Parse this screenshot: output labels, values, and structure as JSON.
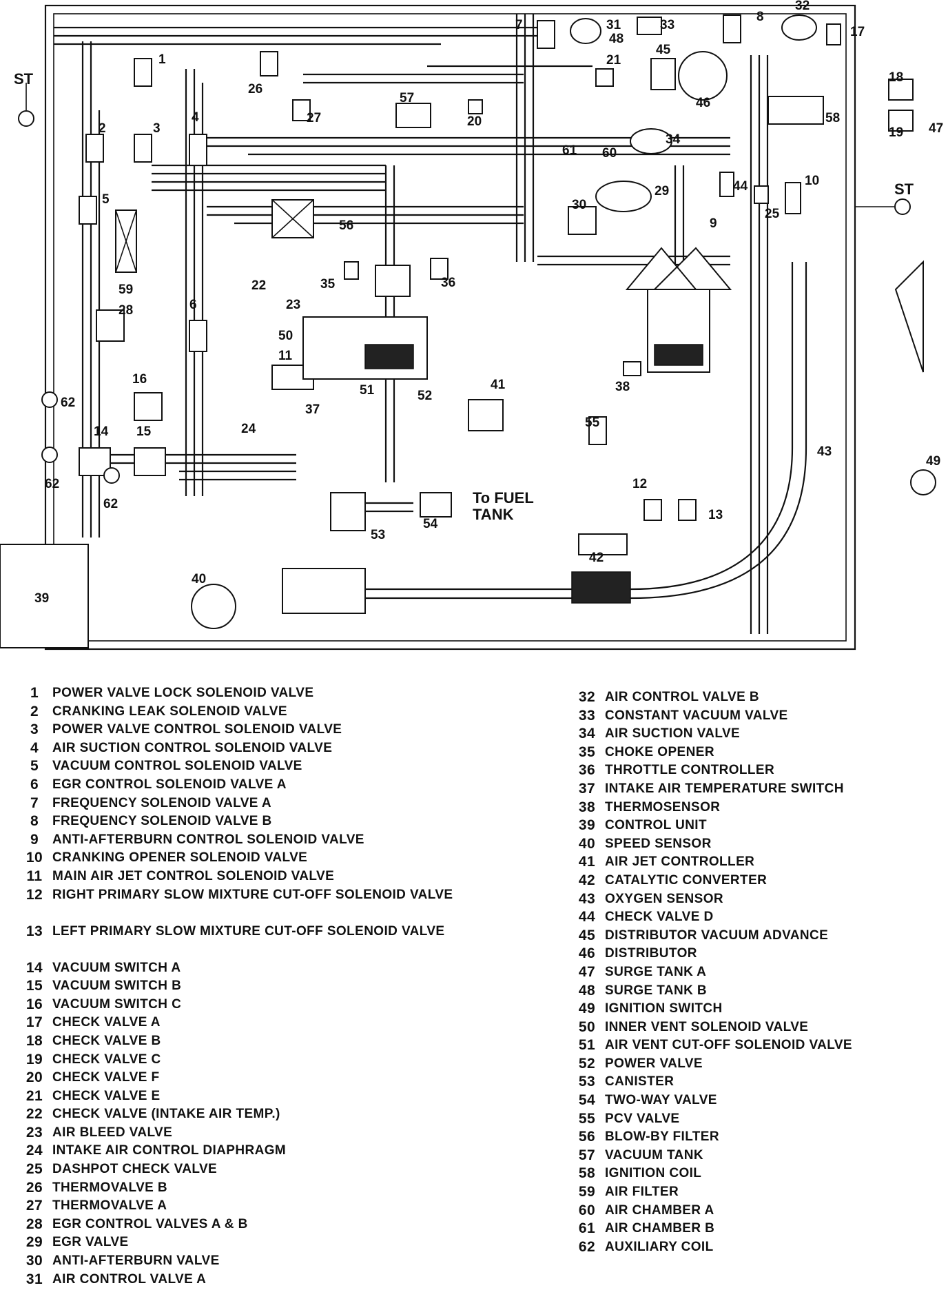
{
  "diagram": {
    "callouts": [
      "1",
      "2",
      "3",
      "4",
      "5",
      "6",
      "7",
      "8",
      "9",
      "10",
      "11",
      "12",
      "13",
      "14",
      "15",
      "16",
      "17",
      "18",
      "19",
      "20",
      "21",
      "22",
      "23",
      "24",
      "25",
      "26",
      "27",
      "28",
      "29",
      "30",
      "31",
      "32",
      "33",
      "34",
      "35",
      "36",
      "37",
      "38",
      "39",
      "40",
      "41",
      "42",
      "43",
      "44",
      "45",
      "46",
      "47",
      "48",
      "49",
      "50",
      "51",
      "52",
      "53",
      "54",
      "55",
      "56",
      "57",
      "58",
      "59",
      "60",
      "61",
      "62"
    ],
    "st_label": "ST",
    "fuel_tank_label_1": "To FUEL",
    "fuel_tank_label_2": "TANK"
  },
  "legend": {
    "left": [
      {
        "num": "1",
        "text": "POWER VALVE LOCK SOLENOID VALVE"
      },
      {
        "num": "2",
        "text": "CRANKING LEAK SOLENOID VALVE"
      },
      {
        "num": "3",
        "text": "POWER VALVE CONTROL SOLENOID VALVE"
      },
      {
        "num": "4",
        "text": "AIR SUCTION CONTROL SOLENOID VALVE"
      },
      {
        "num": "5",
        "text": "VACUUM CONTROL SOLENOID VALVE"
      },
      {
        "num": "6",
        "text": "EGR CONTROL SOLENOID VALVE A"
      },
      {
        "num": "7",
        "text": "FREQUENCY SOLENOID VALVE A"
      },
      {
        "num": "8",
        "text": "FREQUENCY SOLENOID VALVE B"
      },
      {
        "num": "9",
        "text": "ANTI-AFTERBURN CONTROL SOLENOID VALVE"
      },
      {
        "num": "10",
        "text": "CRANKING OPENER SOLENOID VALVE"
      },
      {
        "num": "11",
        "text": "MAIN AIR JET CONTROL SOLENOID VALVE"
      },
      {
        "num": "12",
        "text": "RIGHT PRIMARY SLOW MIXTURE CUT-OFF SOLENOID VALVE"
      },
      {
        "num": "13",
        "text": "LEFT PRIMARY SLOW MIXTURE CUT-OFF SOLENOID VALVE"
      },
      {
        "num": "14",
        "text": "VACUUM SWITCH A"
      },
      {
        "num": "15",
        "text": "VACUUM SWITCH B"
      },
      {
        "num": "16",
        "text": "VACUUM SWITCH C"
      },
      {
        "num": "17",
        "text": "CHECK VALVE A"
      },
      {
        "num": "18",
        "text": "CHECK VALVE B"
      },
      {
        "num": "19",
        "text": "CHECK VALVE C"
      },
      {
        "num": "20",
        "text": "CHECK VALVE F"
      },
      {
        "num": "21",
        "text": "CHECK VALVE E"
      },
      {
        "num": "22",
        "text": "CHECK VALVE (INTAKE AIR TEMP.)"
      },
      {
        "num": "23",
        "text": "AIR BLEED VALVE"
      },
      {
        "num": "24",
        "text": "INTAKE AIR CONTROL DIAPHRAGM"
      },
      {
        "num": "25",
        "text": "DASHPOT CHECK VALVE"
      },
      {
        "num": "26",
        "text": "THERMOVALVE B"
      },
      {
        "num": "27",
        "text": "THERMOVALVE A"
      },
      {
        "num": "28",
        "text": "EGR CONTROL VALVES A & B"
      },
      {
        "num": "29",
        "text": "EGR VALVE"
      },
      {
        "num": "30",
        "text": "ANTI-AFTERBURN VALVE"
      },
      {
        "num": "31",
        "text": "AIR CONTROL VALVE A"
      }
    ],
    "right": [
      {
        "num": "32",
        "text": "AIR CONTROL VALVE B"
      },
      {
        "num": "33",
        "text": "CONSTANT VACUUM VALVE"
      },
      {
        "num": "34",
        "text": "AIR SUCTION VALVE"
      },
      {
        "num": "35",
        "text": "CHOKE OPENER"
      },
      {
        "num": "36",
        "text": "THROTTLE CONTROLLER"
      },
      {
        "num": "37",
        "text": "INTAKE AIR TEMPERATURE SWITCH"
      },
      {
        "num": "38",
        "text": "THERMOSENSOR"
      },
      {
        "num": "39",
        "text": "CONTROL UNIT"
      },
      {
        "num": "40",
        "text": "SPEED SENSOR"
      },
      {
        "num": "41",
        "text": "AIR JET CONTROLLER"
      },
      {
        "num": "42",
        "text": "CATALYTIC CONVERTER"
      },
      {
        "num": "43",
        "text": "OXYGEN SENSOR"
      },
      {
        "num": "44",
        "text": "CHECK VALVE D"
      },
      {
        "num": "45",
        "text": "DISTRIBUTOR VACUUM ADVANCE"
      },
      {
        "num": "46",
        "text": "DISTRIBUTOR"
      },
      {
        "num": "47",
        "text": "SURGE TANK A"
      },
      {
        "num": "48",
        "text": "SURGE TANK B"
      },
      {
        "num": "49",
        "text": "IGNITION SWITCH"
      },
      {
        "num": "50",
        "text": "INNER VENT SOLENOID VALVE"
      },
      {
        "num": "51",
        "text": "AIR VENT CUT-OFF SOLENOID VALVE"
      },
      {
        "num": "52",
        "text": "POWER VALVE"
      },
      {
        "num": "53",
        "text": "CANISTER"
      },
      {
        "num": "54",
        "text": "TWO-WAY VALVE"
      },
      {
        "num": "55",
        "text": "PCV VALVE"
      },
      {
        "num": "56",
        "text": "BLOW-BY FILTER"
      },
      {
        "num": "57",
        "text": "VACUUM TANK"
      },
      {
        "num": "58",
        "text": "IGNITION COIL"
      },
      {
        "num": "59",
        "text": "AIR FILTER"
      },
      {
        "num": "60",
        "text": "AIR CHAMBER A"
      },
      {
        "num": "61",
        "text": "AIR CHAMBER B"
      },
      {
        "num": "62",
        "text": "AUXILIARY COIL"
      }
    ]
  }
}
